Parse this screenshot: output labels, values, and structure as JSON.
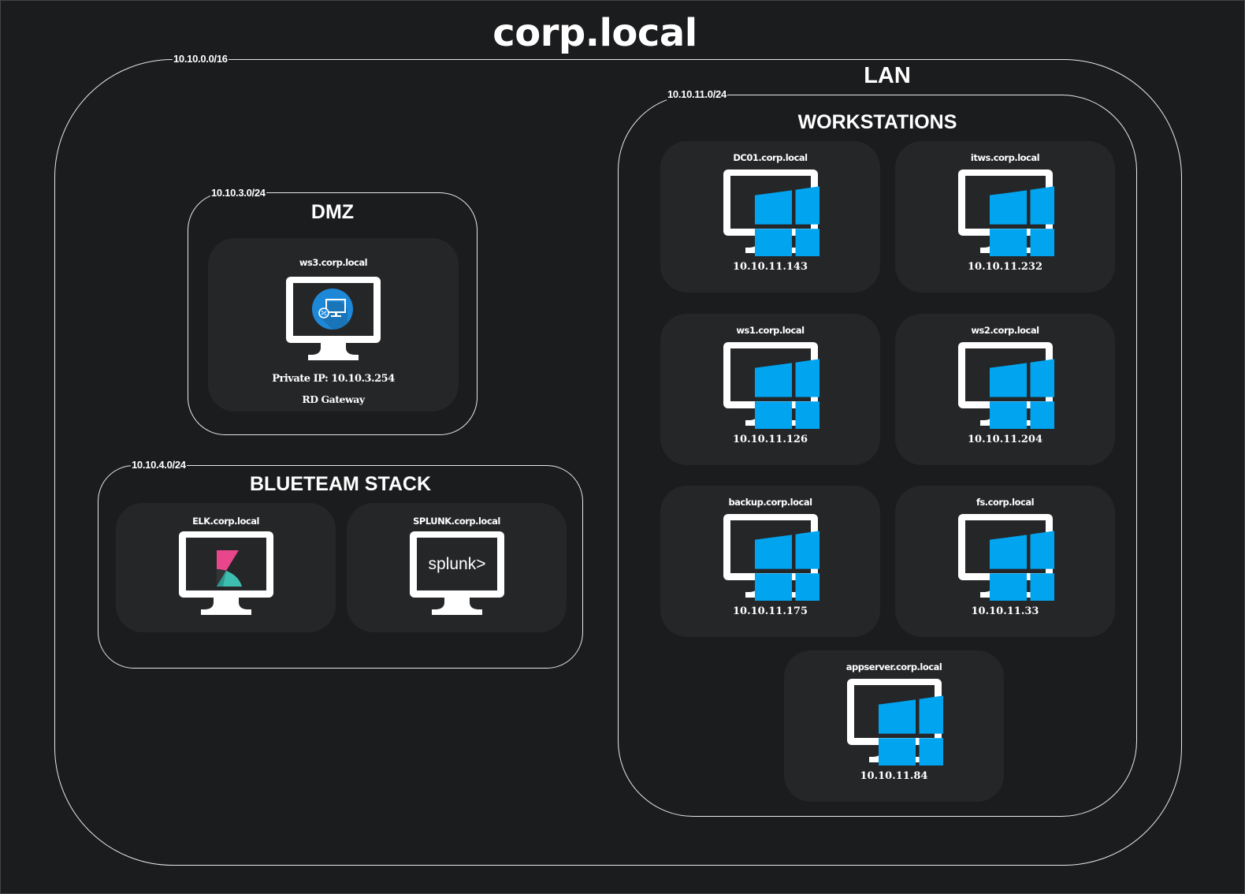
{
  "diagram": {
    "title": "corp.local",
    "domain_cidr": "10.10.0.0/16",
    "colors": {
      "background": "#1b1c1e",
      "card": "#252628",
      "border": "#e8e8e8",
      "windows_blue": "#00a4ef",
      "rdp_blue": "#1e88d8",
      "kibana_pink": "#e8478b",
      "kibana_teal": "#3ebeb0"
    },
    "dmz": {
      "title": "DMZ",
      "cidr": "10.10.3.0/24",
      "hosts": [
        {
          "hostname": "ws3.corp.local",
          "icon": "rd-gateway-icon",
          "detail": "Private IP: 10.10.3.254",
          "role": "RD Gateway"
        }
      ]
    },
    "blueteam": {
      "title": "BLUETEAM STACK",
      "cidr": "10.10.4.0/24",
      "hosts": [
        {
          "hostname": "ELK.corp.local",
          "icon": "kibana-logo-icon"
        },
        {
          "hostname": "SPLUNK.corp.local",
          "icon": "splunk-logo-icon",
          "logo_text": "splunk>"
        }
      ]
    },
    "lan": {
      "title": "LAN",
      "workstations": {
        "title": "WORKSTATIONS",
        "cidr": "10.10.11.0/24",
        "hosts": [
          {
            "hostname": "DC01.corp.local",
            "ip": "10.10.11.143",
            "icon": "windows-logo-icon"
          },
          {
            "hostname": "itws.corp.local",
            "ip": "10.10.11.232",
            "icon": "windows-logo-icon"
          },
          {
            "hostname": "ws1.corp.local",
            "ip": "10.10.11.126",
            "icon": "windows-logo-icon"
          },
          {
            "hostname": "ws2.corp.local",
            "ip": "10.10.11.204",
            "icon": "windows-logo-icon"
          },
          {
            "hostname": "backup.corp.local",
            "ip": "10.10.11.175",
            "icon": "windows-logo-icon"
          },
          {
            "hostname": "fs.corp.local",
            "ip": "10.10.11.33",
            "icon": "windows-logo-icon"
          },
          {
            "hostname": "appserver.corp.local",
            "ip": "10.10.11.84",
            "icon": "windows-logo-icon"
          }
        ]
      }
    }
  }
}
